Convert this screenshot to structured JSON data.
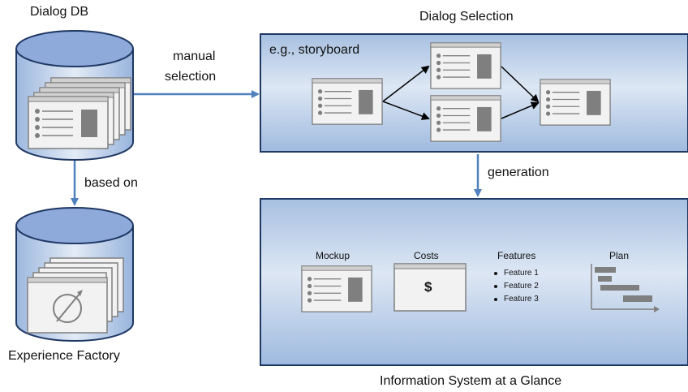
{
  "labels": {
    "dialog_db": "Dialog DB",
    "experience_factory": "Experience Factory",
    "dialog_selection": "Dialog Selection",
    "storyboard": "e.g., storyboard",
    "manual": "manual",
    "selection": "selection",
    "based_on": "based on",
    "generation": "generation",
    "info_system": "Information System at a Glance"
  },
  "glance": {
    "mockup": "Mockup",
    "costs": "Costs",
    "cost_symbol": "$",
    "features_title": "Features",
    "features": [
      "Feature 1",
      "Feature 2",
      "Feature 3"
    ],
    "plan": "Plan"
  },
  "colors": {
    "accent_blue": "#4f81bd",
    "panel_fill_light": "#dbe5f3",
    "panel_fill_dark": "#a9c2e2",
    "cylinder_top": "#8eaadb"
  }
}
